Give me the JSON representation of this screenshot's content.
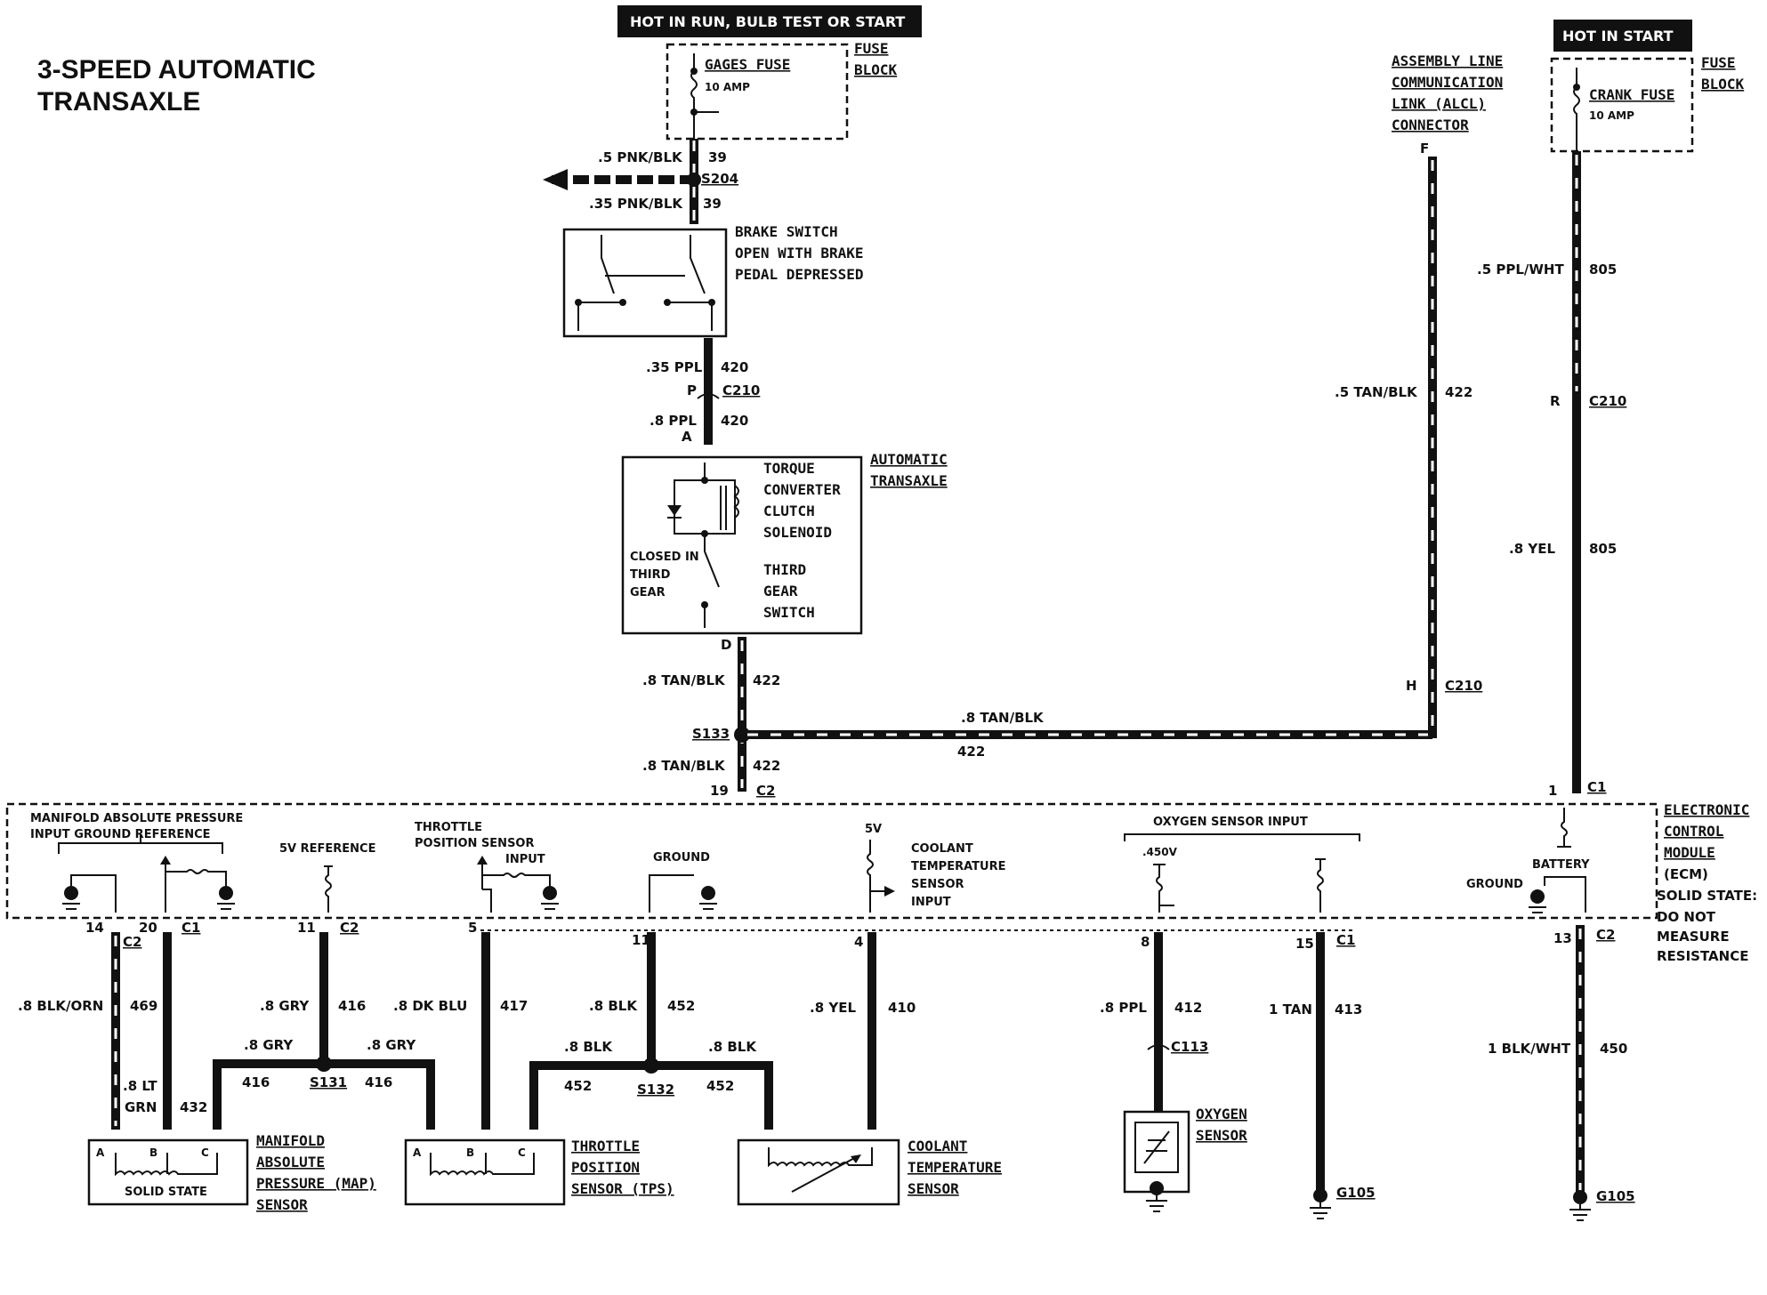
{
  "title": [
    "3-SPEED AUTOMATIC",
    "TRANSAXLE"
  ],
  "banners": {
    "hot_run": "HOT IN RUN,  BULB TEST OR START",
    "hot_start": "HOT IN START"
  },
  "fuse_block_left": {
    "fuse_name": "GAGES FUSE",
    "fuse_amp": "10 AMP",
    "label": [
      "FUSE",
      "BLOCK"
    ]
  },
  "fuse_block_right": {
    "fuse_name": "CRANK FUSE",
    "fuse_amp": "10 AMP",
    "label": [
      "FUSE",
      "BLOCK"
    ]
  },
  "alcl": [
    "ASSEMBLY LINE",
    "COMMUNICATION",
    "LINK (ALCL)",
    "CONNECTOR"
  ],
  "brake_switch": [
    "BRAKE SWITCH",
    "OPEN WITH BRAKE",
    "PEDAL DEPRESSED"
  ],
  "transaxle": {
    "label": [
      "AUTOMATIC",
      "TRANSAXLE"
    ],
    "solenoid": [
      "TORQUE",
      "CONVERTER",
      "CLUTCH",
      "SOLENOID"
    ],
    "closed": [
      "CLOSED IN",
      "THIRD",
      "GEAR"
    ],
    "switch": [
      "THIRD",
      "GEAR",
      "SWITCH"
    ]
  },
  "ecm": {
    "label": [
      "ELECTRONIC",
      "CONTROL",
      "MODULE",
      "(ECM)",
      "SOLID STATE:",
      "DO NOT",
      "MEASURE",
      "RESISTANCE"
    ],
    "map_ref": [
      "MANIFOLD ABSOLUTE PRESSURE",
      "INPUT GROUND REFERENCE"
    ],
    "v5_ref": "5V REFERENCE",
    "tps": [
      "THROTTLE",
      "POSITION SENSOR"
    ],
    "input": "INPUT",
    "ground": "GROUND",
    "v5": "5V",
    "coolant": [
      "COOLANT",
      "TEMPERATURE",
      "SENSOR",
      "INPUT"
    ],
    "o2_input": "OXYGEN SENSOR  INPUT",
    "v450": ".450V",
    "battery": "BATTERY",
    "ground2": "GROUND"
  },
  "sensors": {
    "map": [
      "MANIFOLD",
      "ABSOLUTE",
      "PRESSURE (MAP)",
      "SENSOR"
    ],
    "solid_state": "SOLID STATE",
    "tps": [
      "THROTTLE",
      "POSITION",
      "SENSOR (TPS)"
    ],
    "cts": [
      "COOLANT",
      "TEMPERATURE",
      "SENSOR"
    ],
    "o2": [
      "OXYGEN",
      "SENSOR"
    ],
    "abc": [
      "A",
      "B",
      "C"
    ]
  },
  "wires": {
    "w1": ".5 PNK/BLK",
    "c1": "39",
    "s204": "S204",
    "w2": ".35 PNK/BLK",
    "c2": "39",
    "w3": ".35 PPL",
    "c3": "420",
    "p": "P",
    "c210": "C210",
    "w4": ".8 PPL",
    "c4": "420",
    "a": "A",
    "d": "D",
    "w5": ".8 TAN/BLK",
    "c5": "422",
    "s133": "S133",
    "w6": ".8 TAN/BLK",
    "c6": "422",
    "pin19": "19",
    "c2conn": "C2",
    "w7": ".8 TAN/BLK",
    "c7": "422",
    "alcl_f": "F",
    "w8": ".5 TAN/BLK",
    "c8": "422",
    "alcl_h": "H",
    "w9": ".5 PPL/WHT",
    "c9": "805",
    "r": "R",
    "w10": ".8 YEL",
    "c10": "805",
    "pin1": "1",
    "c1conn": "C1",
    "pin14": "14",
    "pin20": "20",
    "pin11a": "11",
    "pin5": "5",
    "pin11b": "11",
    "pin4": "4",
    "pin8": "8",
    "pin15": "15",
    "pin13": "13",
    "c2a": "C2",
    "c1a": "C1",
    "c2b": "C2",
    "c1b": "C1",
    "c2c": "C2",
    "w11": ".8 BLK/ORN",
    "c11": "469",
    "w12a": ".8 LT",
    "w12b": "GRN",
    "c12": "432",
    "w13": ".8 GRY",
    "c13": "416",
    "w14": ".8 GRY",
    "c14": "416",
    "w15": ".8 GRY",
    "c15": "416",
    "s131": "S131",
    "w16": ".8 DK BLU",
    "c16": "417",
    "w17": ".8 BLK",
    "c17": "452",
    "w18": ".8 BLK",
    "c18": "452",
    "w19": ".8 BLK",
    "c19": "452",
    "s132": "S132",
    "w20": ".8 YEL",
    "c20": "410",
    "w21": ".8 PPL",
    "c21": "412",
    "c113": "C113",
    "w22": "1 TAN",
    "c22": "413",
    "w23": "1 BLK/WHT",
    "c23": "450",
    "g105a": "G105",
    "g105b": "G105"
  }
}
